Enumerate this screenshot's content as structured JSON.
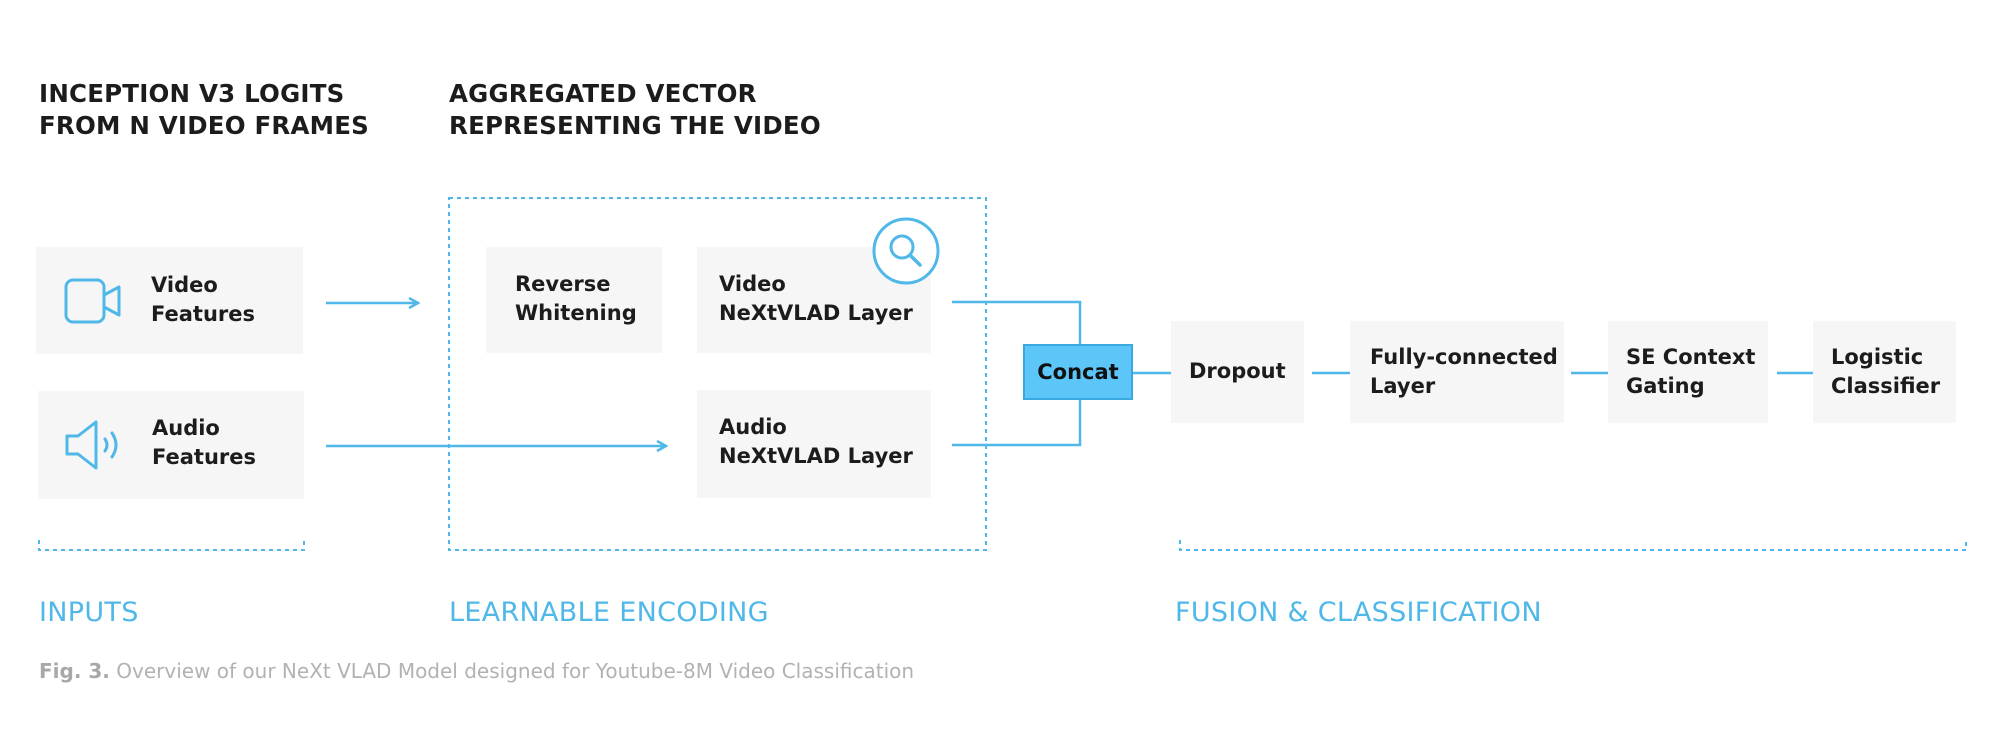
{
  "headings": {
    "inputs_line1": "INCEPTION V3 LOGITS",
    "inputs_line2": "FROM N VIDEO FRAMES",
    "encoding_line1": "AGGREGATED VECTOR",
    "encoding_line2": "REPRESENTING THE VIDEO"
  },
  "inputs": {
    "video": {
      "line1": "Video",
      "line2": "Features",
      "icon": "video-camera-icon"
    },
    "audio": {
      "line1": "Audio",
      "line2": "Features",
      "icon": "speaker-icon"
    }
  },
  "encoding": {
    "reverse_whitening": {
      "line1": "Reverse",
      "line2": "Whitening"
    },
    "video_nextvlad": {
      "line1": "Video",
      "line2": "NeXtVLAD Layer",
      "icon": "magnifier-icon"
    },
    "audio_nextvlad": {
      "line1": "Audio",
      "line2": "NeXtVLAD Layer"
    }
  },
  "concat": "Concat",
  "fusion": {
    "dropout": "Dropout",
    "fully_connected": {
      "line1": "Fully-connected",
      "line2": "Layer"
    },
    "se_gating": {
      "line1": "SE Context",
      "line2": "Gating"
    },
    "logistic": {
      "line1": "Logistic",
      "line2": "Classifier"
    }
  },
  "sections": {
    "inputs": "INPUTS",
    "encoding": "LEARNABLE ENCODING",
    "fusion": "FUSION & CLASSIFICATION"
  },
  "caption": {
    "label": "Fig. 3.",
    "text": " Overview of our NeXt VLAD Model designed for Youtube-8M Video Classification"
  },
  "colors": {
    "accent": "#4fb8e9",
    "box_bg": "#f6f6f6",
    "concat_fill": "#5cc6f8",
    "text": "#1c1c1c",
    "caption": "#b2b2b2"
  }
}
